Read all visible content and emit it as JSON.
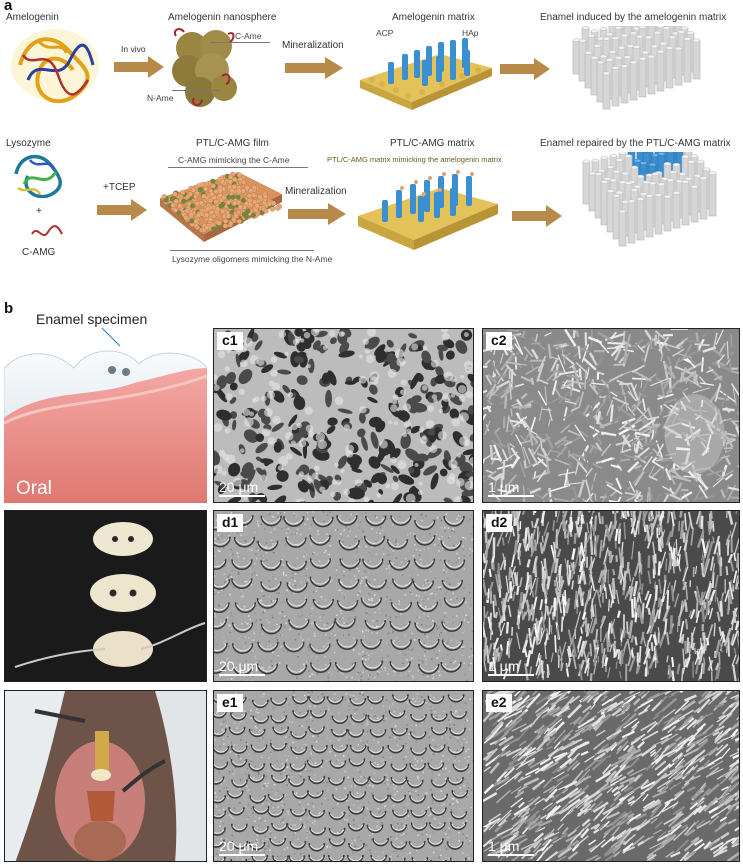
{
  "figure": {
    "panel_a": {
      "letter": "a",
      "row1": {
        "amelogenin": "Amelogenin",
        "arrow1": "In vivo",
        "nanosphere": "Amelogenin nanosphere",
        "c_ame": "C-Ame",
        "n_ame": "N-Ame",
        "mineralization": "Mineralization",
        "matrix": "Amelogenin matrix",
        "acp": "ACP",
        "hap": "HAp",
        "enamel": "Enamel induced by the amelogenin matrix"
      },
      "row2": {
        "lysozyme": "Lysozyme",
        "plus": "+",
        "camg": "C-AMG",
        "tcep": "+TCEP",
        "film": "PTL/C-AMG film",
        "film_note_top": "C-AMG mimicking the C-Ame",
        "film_note_bottom": "Lysozyme oligomers mimicking the N-Ame",
        "mineralization": "Mineralization",
        "matrix": "PTL/C-AMG matrix",
        "matrix_note": "PTL/C-AMG matrix mimicking the amelogenin matrix",
        "enamel": "Enamel repaired by the PTL/C-AMG matrix"
      }
    },
    "panel_b": {
      "letter": "b",
      "specimen_label": "Enamel specimen",
      "oral_label": "Oral"
    },
    "sem_panels": [
      {
        "tag": "c1",
        "scale": "20 μm"
      },
      {
        "tag": "c2",
        "scale": "1 μm"
      },
      {
        "tag": "d1",
        "scale": "20 μm"
      },
      {
        "tag": "d2",
        "scale": "1 μm"
      },
      {
        "tag": "e1",
        "scale": "20 μm"
      },
      {
        "tag": "e2",
        "scale": "1 μm"
      }
    ],
    "colors": {
      "arrow": "#b88a4a",
      "sphere": "#8c7a3c",
      "hap_rod": "#3a8fd0",
      "acp_ball": "#e3c25a",
      "film_ball": "#e0a070",
      "enamel_rod": "#d4d4d4"
    }
  }
}
